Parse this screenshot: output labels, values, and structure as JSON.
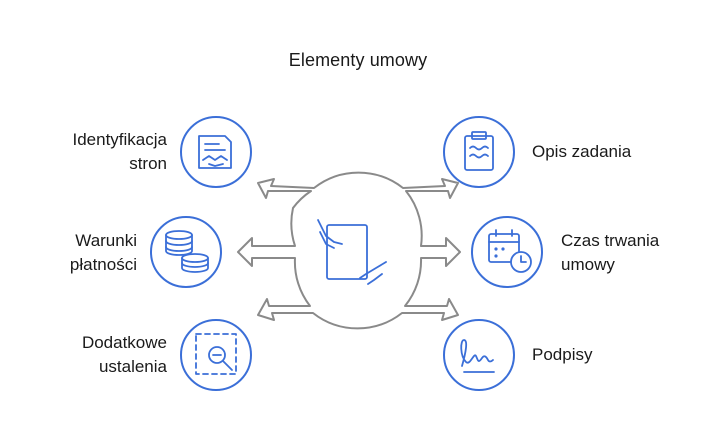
{
  "title": "Elementy umowy",
  "left_items": [
    {
      "lines": [
        "Identyfikacja",
        "stron"
      ],
      "icon": "contract-handshake-icon"
    },
    {
      "lines": [
        "Warunki",
        "płatności"
      ],
      "icon": "coin-stack-icon"
    },
    {
      "lines": [
        "Dodatkowe",
        "ustalenia"
      ],
      "icon": "magnifier-search-icon"
    }
  ],
  "right_items": [
    {
      "lines": [
        "Opis zadania"
      ],
      "icon": "clipboard-icon"
    },
    {
      "lines": [
        "Czas trwania",
        "umowy"
      ],
      "icon": "calendar-clock-icon"
    },
    {
      "lines": [
        "Podpisy"
      ],
      "icon": "signature-icon"
    }
  ],
  "center_icon": "hands-document-icon",
  "colors": {
    "accent": "#3b6fd8",
    "hub": "#8a8a8a",
    "text": "#1a1a1a"
  }
}
